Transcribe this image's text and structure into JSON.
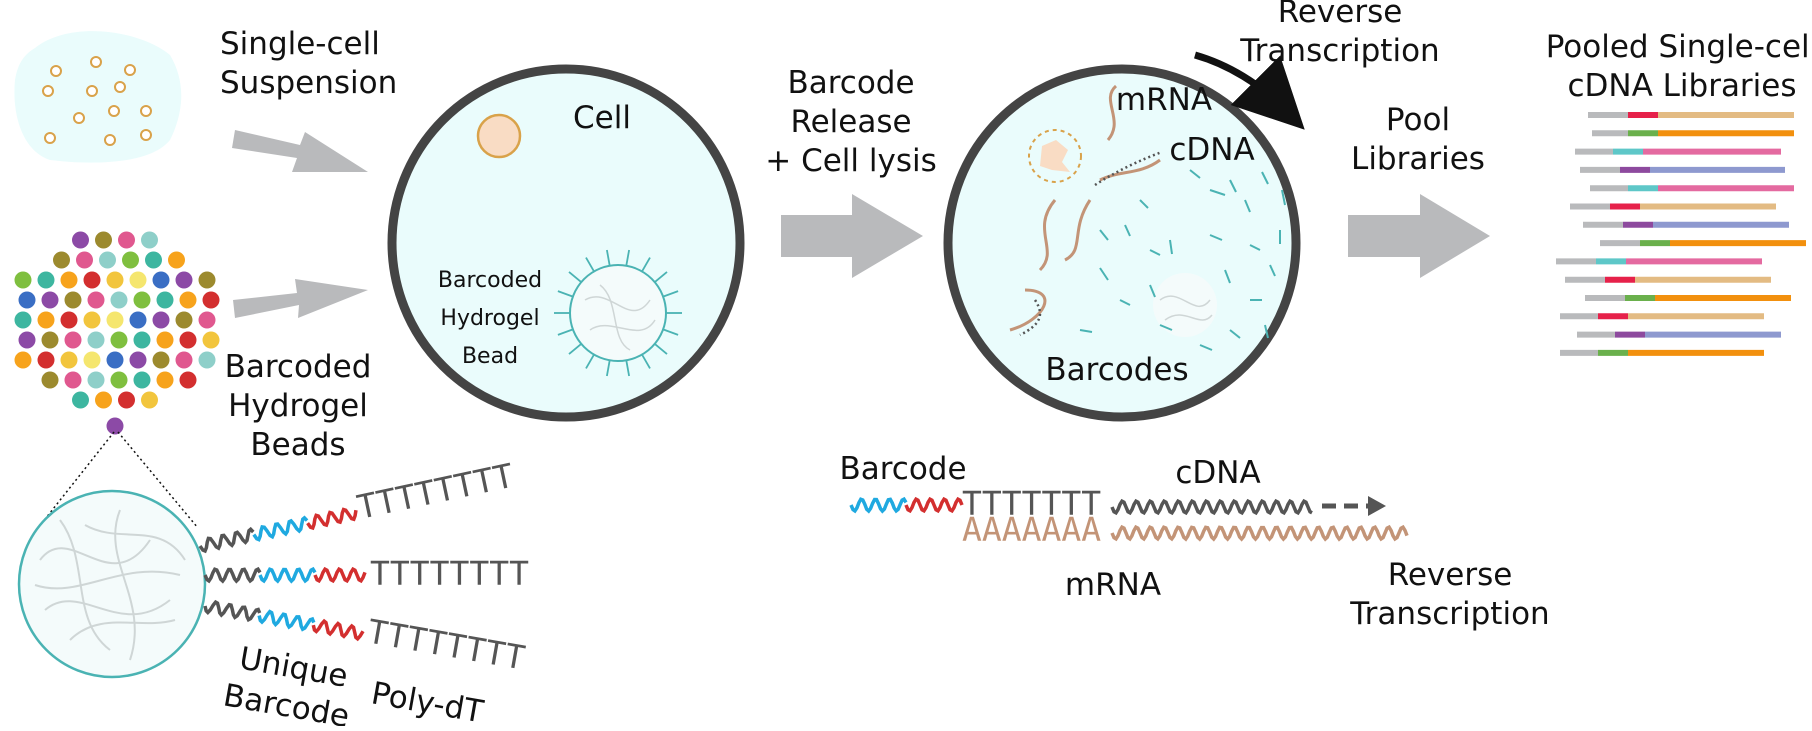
{
  "labels": {
    "single_cell_suspension": [
      "Single-cell",
      "Suspension"
    ],
    "barcoded_beads": [
      "Barcoded",
      "Hydrogel",
      "Beads"
    ],
    "cell": "Cell",
    "bead_in_droplet": [
      "Barcoded",
      "Hydrogel",
      "Bead"
    ],
    "barcode_release": [
      "Barcode",
      "Release",
      "+ Cell lysis"
    ],
    "droplet2_mrna": "mRNA",
    "droplet2_cdna": "cDNA",
    "droplet2_barcodes": "Barcodes",
    "reverse_transcription_top": [
      "Reverse",
      "Transcription"
    ],
    "pool_libraries": [
      "Pool",
      "Libraries"
    ],
    "pooled_title": [
      "Pooled Single-cell",
      "cDNA Libraries"
    ],
    "unique_barcode": [
      "Unique",
      "Barcode"
    ],
    "poly_dt": "Poly-dT",
    "poly_t": "TTTTTTTT",
    "poly_t7": "TTTTTTT",
    "poly_a": "AAAAAAA",
    "rt_barcode": "Barcode",
    "rt_cdna": "cDNA",
    "rt_mrna": "mRNA",
    "reverse_transcription_bottom": [
      "Reverse",
      "Transcription"
    ]
  },
  "colors": {
    "cell_fill": "#eafcfc",
    "ring": "#444444",
    "arrow": "#b9babc",
    "teal": "#4ab3b3",
    "mrna": "#c39477",
    "barcode_blue": "#1fa9e0",
    "barcode_red": "#d32f2f",
    "linker": "#555555",
    "cell_orange": "#f9dcc4"
  },
  "icons": {
    "arrows": "grey-process-arrow",
    "bead": "hydrogel-bead",
    "droplet": "droplet-cell"
  }
}
